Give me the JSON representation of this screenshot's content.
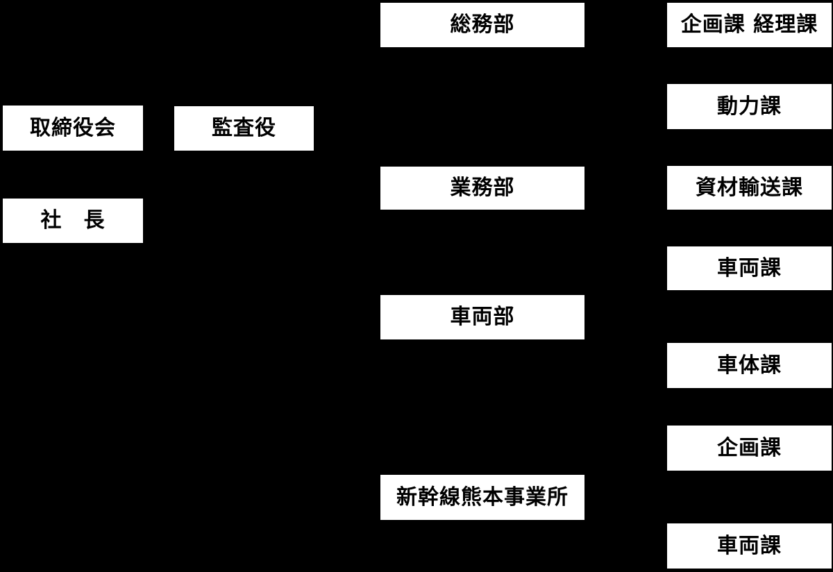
{
  "diagram": {
    "type": "org-chart",
    "background_color": "#000000",
    "node_fill_color": "#ffffff",
    "node_text_color": "#000000",
    "nodes": [
      {
        "id": "board-of-directors",
        "label": "取締役会",
        "level": "top"
      },
      {
        "id": "president",
        "label": "社　長",
        "level": "top"
      },
      {
        "id": "auditor",
        "label": "監査役",
        "level": "top"
      },
      {
        "id": "general-affairs-dept",
        "label": "総務部",
        "level": "department"
      },
      {
        "id": "business-dept",
        "label": "業務部",
        "level": "department"
      },
      {
        "id": "vehicle-dept",
        "label": "車両部",
        "level": "department"
      },
      {
        "id": "shinkansen-kumamoto-office",
        "label": "新幹線熊本事業所",
        "level": "department"
      },
      {
        "id": "planning-accounting-section",
        "label": "企画課 経理課",
        "level": "section"
      },
      {
        "id": "power-section",
        "label": "動力課",
        "level": "section"
      },
      {
        "id": "materials-transport-section",
        "label": "資材輸送課",
        "level": "section"
      },
      {
        "id": "vehicle-section-1",
        "label": "車両課",
        "level": "section"
      },
      {
        "id": "car-body-section",
        "label": "車体課",
        "level": "section"
      },
      {
        "id": "planning-section",
        "label": "企画課",
        "level": "section"
      },
      {
        "id": "vehicle-section-2",
        "label": "車両課",
        "level": "section"
      }
    ]
  }
}
